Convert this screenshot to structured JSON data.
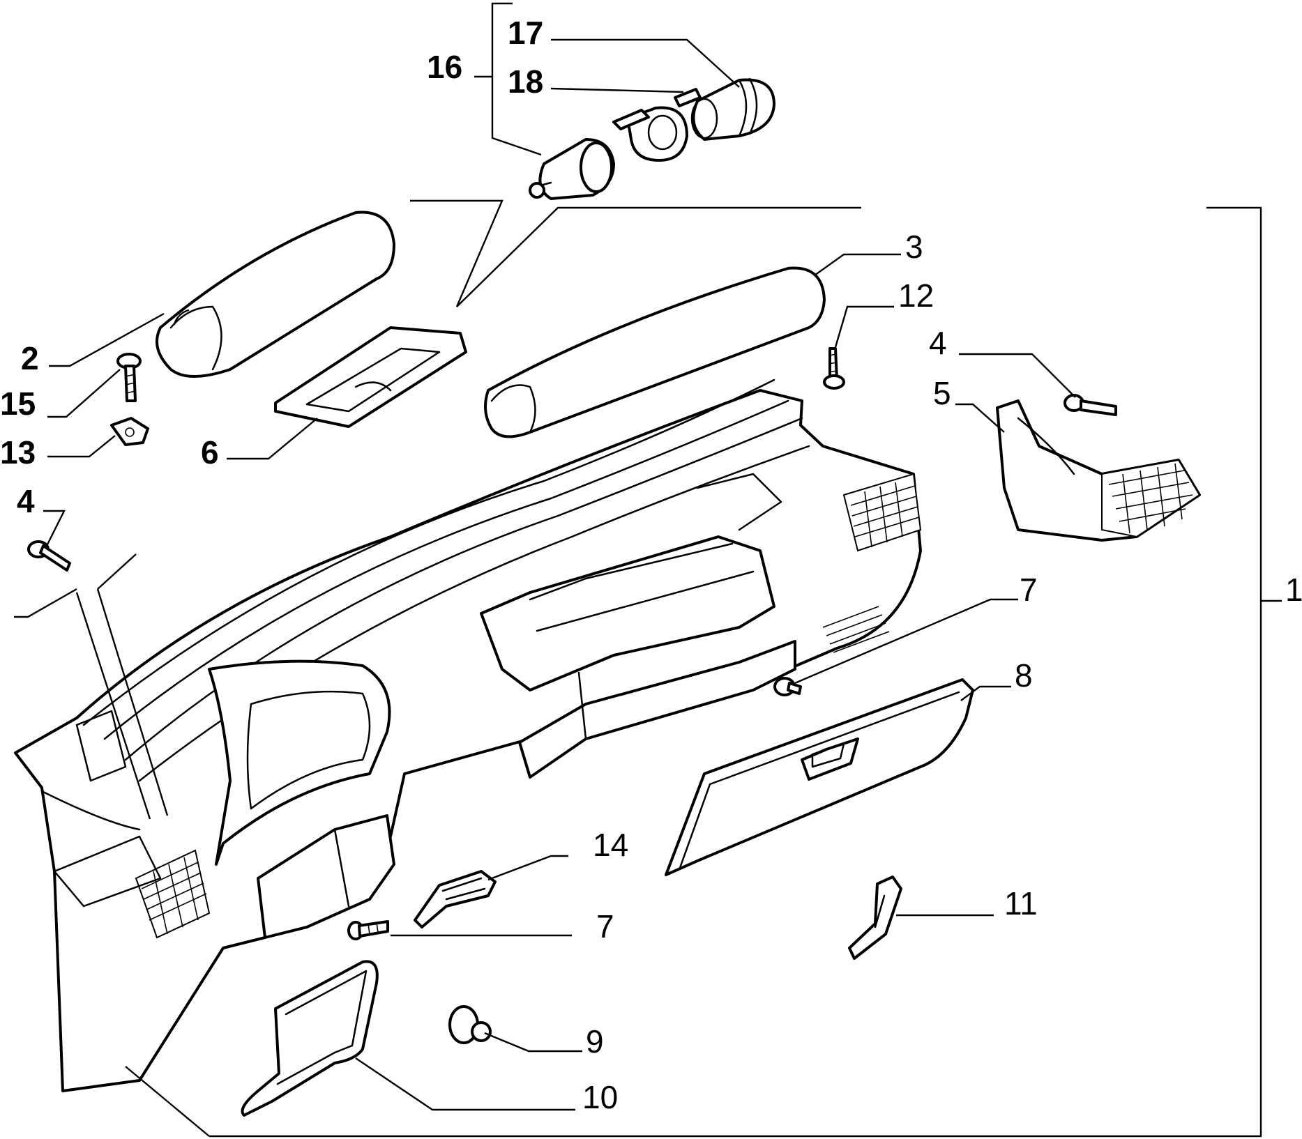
{
  "callouts": {
    "c1": "1",
    "c2": "2",
    "c3": "3",
    "c4_left": "4",
    "c4_right": "4",
    "c5": "5",
    "c6": "6",
    "c7_right": "7",
    "c7_bottom": "7",
    "c8": "8",
    "c9": "9",
    "c10": "10",
    "c11": "11",
    "c12": "12",
    "c13": "13",
    "c14": "14",
    "c15": "15",
    "c16": "16",
    "c17": "17",
    "c18": "18"
  },
  "colors": {
    "line": "#000000",
    "background": "#ffffff"
  }
}
